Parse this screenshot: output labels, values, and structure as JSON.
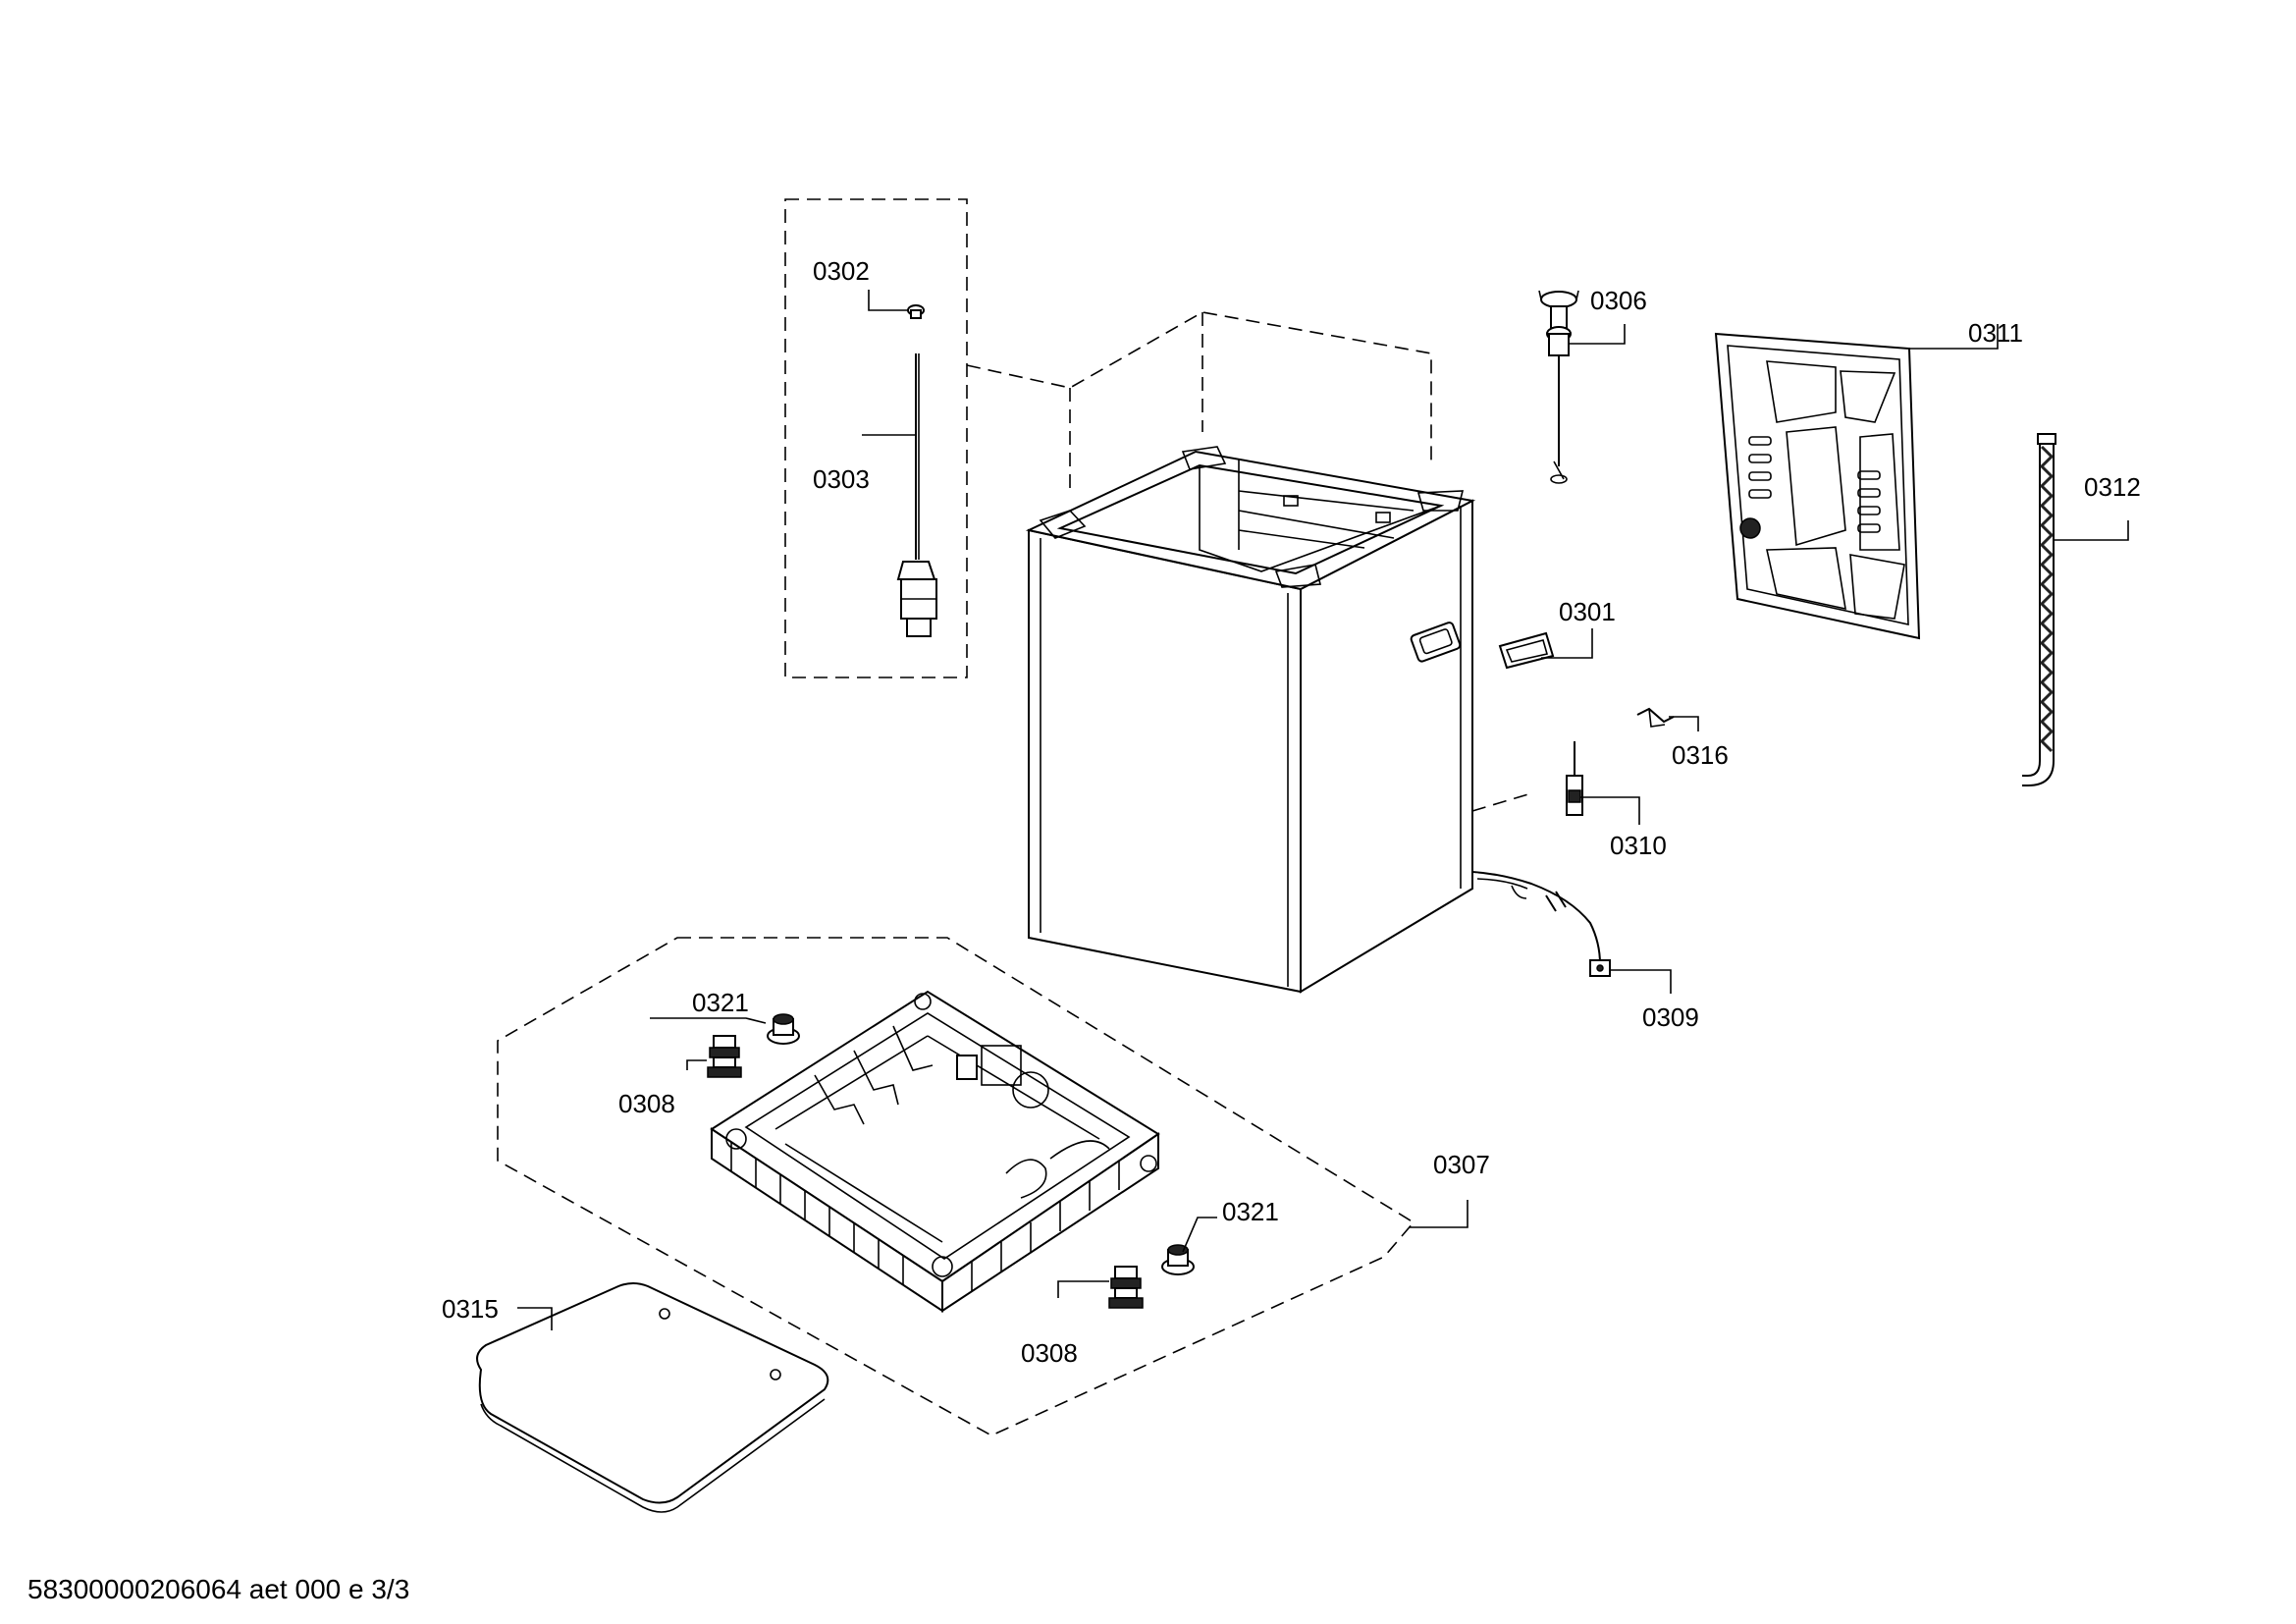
{
  "drawing": {
    "footer_text": "58300000206064 aet 000 e 3/3"
  },
  "callouts": {
    "p0301": "0301",
    "p0302": "0302",
    "p0303": "0303",
    "p0306": "0306",
    "p0307": "0307",
    "p0308a": "0308",
    "p0308b": "0308",
    "p0309": "0309",
    "p0310": "0310",
    "p0311": "0311",
    "p0312": "0312",
    "p0315": "0315",
    "p0316": "0316",
    "p0321a": "0321",
    "p0321b": "0321"
  }
}
